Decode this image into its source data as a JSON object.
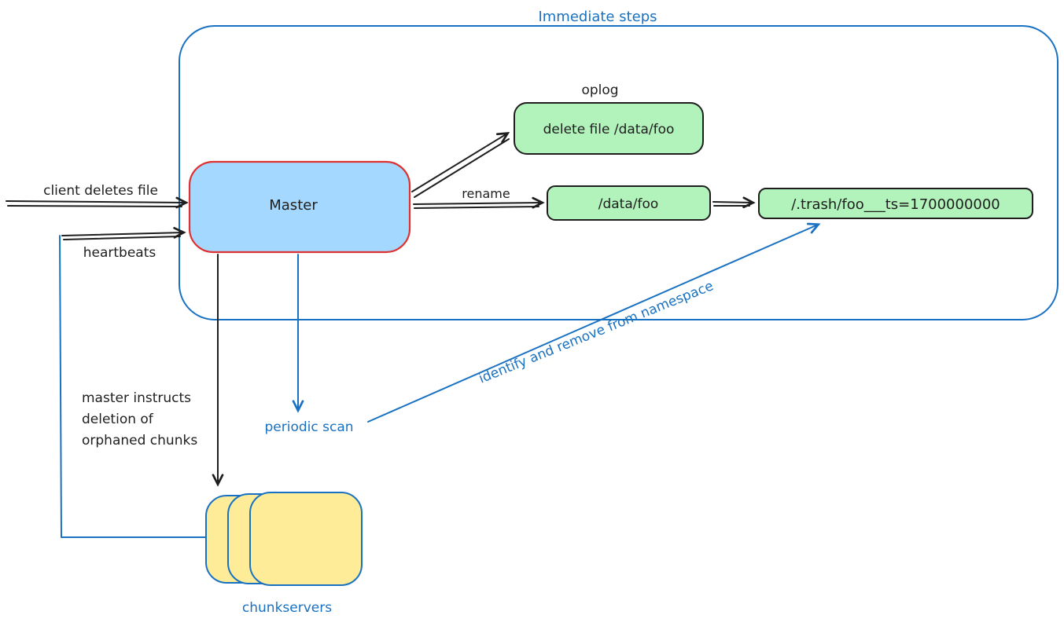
{
  "diagram": {
    "frame_title": "Immediate steps",
    "nodes": {
      "master": {
        "label": "Master"
      },
      "oplog": {
        "caption": "oplog",
        "entry": "delete file  /data/foo"
      },
      "data_foo": {
        "label": "/data/foo"
      },
      "trash": {
        "label": "/.trash/foo___ts=1700000000"
      },
      "chunkservers": {
        "label": "chunkservers"
      }
    },
    "edges": {
      "client_deletes_file": {
        "label": "client deletes file"
      },
      "heartbeats": {
        "label": "heartbeats"
      },
      "rename": {
        "label": "rename"
      },
      "master_instructs": {
        "lines": [
          "master instructs",
          "deletion of",
          "orphaned chunks"
        ]
      },
      "periodic_scan": {
        "label": "periodic scan"
      },
      "identify_remove": {
        "label": "identify and remove from namespace"
      }
    },
    "colors": {
      "blue": "#1971c2",
      "ink": "#1e1e1e",
      "green_fill": "#b2f2bb",
      "yellow_fill": "#ffec99",
      "master_fill": "#a5d8ff",
      "master_stroke": "#e03131",
      "background": "#ffffff"
    }
  }
}
